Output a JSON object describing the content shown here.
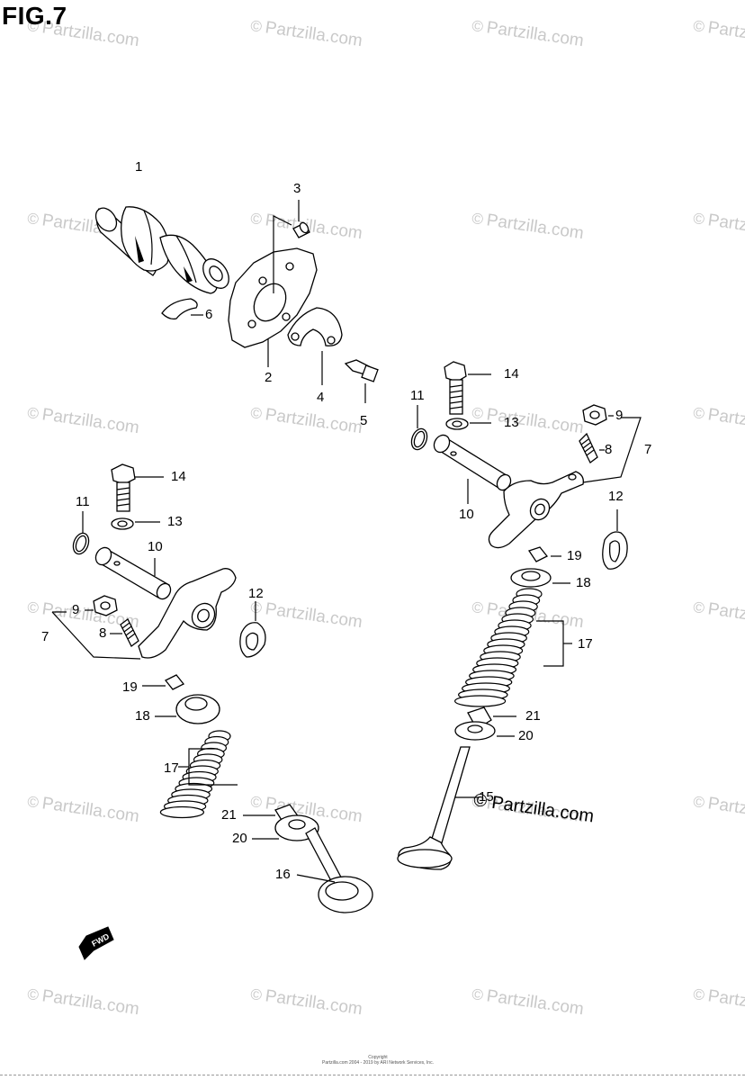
{
  "figure": {
    "title": "FIG.7"
  },
  "watermark": {
    "symbol": "©",
    "text": "Partzilla.com",
    "strong_text": "Partzilla.com"
  },
  "fwd_label": "FWD",
  "copyright": {
    "line1": "Copyright",
    "line2": "Partzilla.com 2004 - 2019 by ARI Network Services, Inc."
  },
  "callouts": [
    {
      "id": "c1",
      "label": "1"
    },
    {
      "id": "c2",
      "label": "2"
    },
    {
      "id": "c3",
      "label": "3"
    },
    {
      "id": "c4",
      "label": "4"
    },
    {
      "id": "c5",
      "label": "5"
    },
    {
      "id": "c6",
      "label": "6"
    },
    {
      "id": "c7r",
      "label": "7"
    },
    {
      "id": "c8r",
      "label": "8"
    },
    {
      "id": "c9r",
      "label": "9"
    },
    {
      "id": "c10r",
      "label": "10"
    },
    {
      "id": "c11r",
      "label": "11"
    },
    {
      "id": "c12r",
      "label": "12"
    },
    {
      "id": "c13r",
      "label": "13"
    },
    {
      "id": "c14r",
      "label": "14"
    },
    {
      "id": "c15",
      "label": "15"
    },
    {
      "id": "c17r",
      "label": "17"
    },
    {
      "id": "c18r",
      "label": "18"
    },
    {
      "id": "c19r",
      "label": "19"
    },
    {
      "id": "c20r",
      "label": "20"
    },
    {
      "id": "c21r",
      "label": "21"
    },
    {
      "id": "c7l",
      "label": "7"
    },
    {
      "id": "c8l",
      "label": "8"
    },
    {
      "id": "c9l",
      "label": "9"
    },
    {
      "id": "c10l",
      "label": "10"
    },
    {
      "id": "c11l",
      "label": "11"
    },
    {
      "id": "c12l",
      "label": "12"
    },
    {
      "id": "c13l",
      "label": "13"
    },
    {
      "id": "c14l",
      "label": "14"
    },
    {
      "id": "c16",
      "label": "16"
    },
    {
      "id": "c17l",
      "label": "17"
    },
    {
      "id": "c18l",
      "label": "18"
    },
    {
      "id": "c19l",
      "label": "19"
    },
    {
      "id": "c20l",
      "label": "20"
    },
    {
      "id": "c21l",
      "label": "21"
    }
  ]
}
